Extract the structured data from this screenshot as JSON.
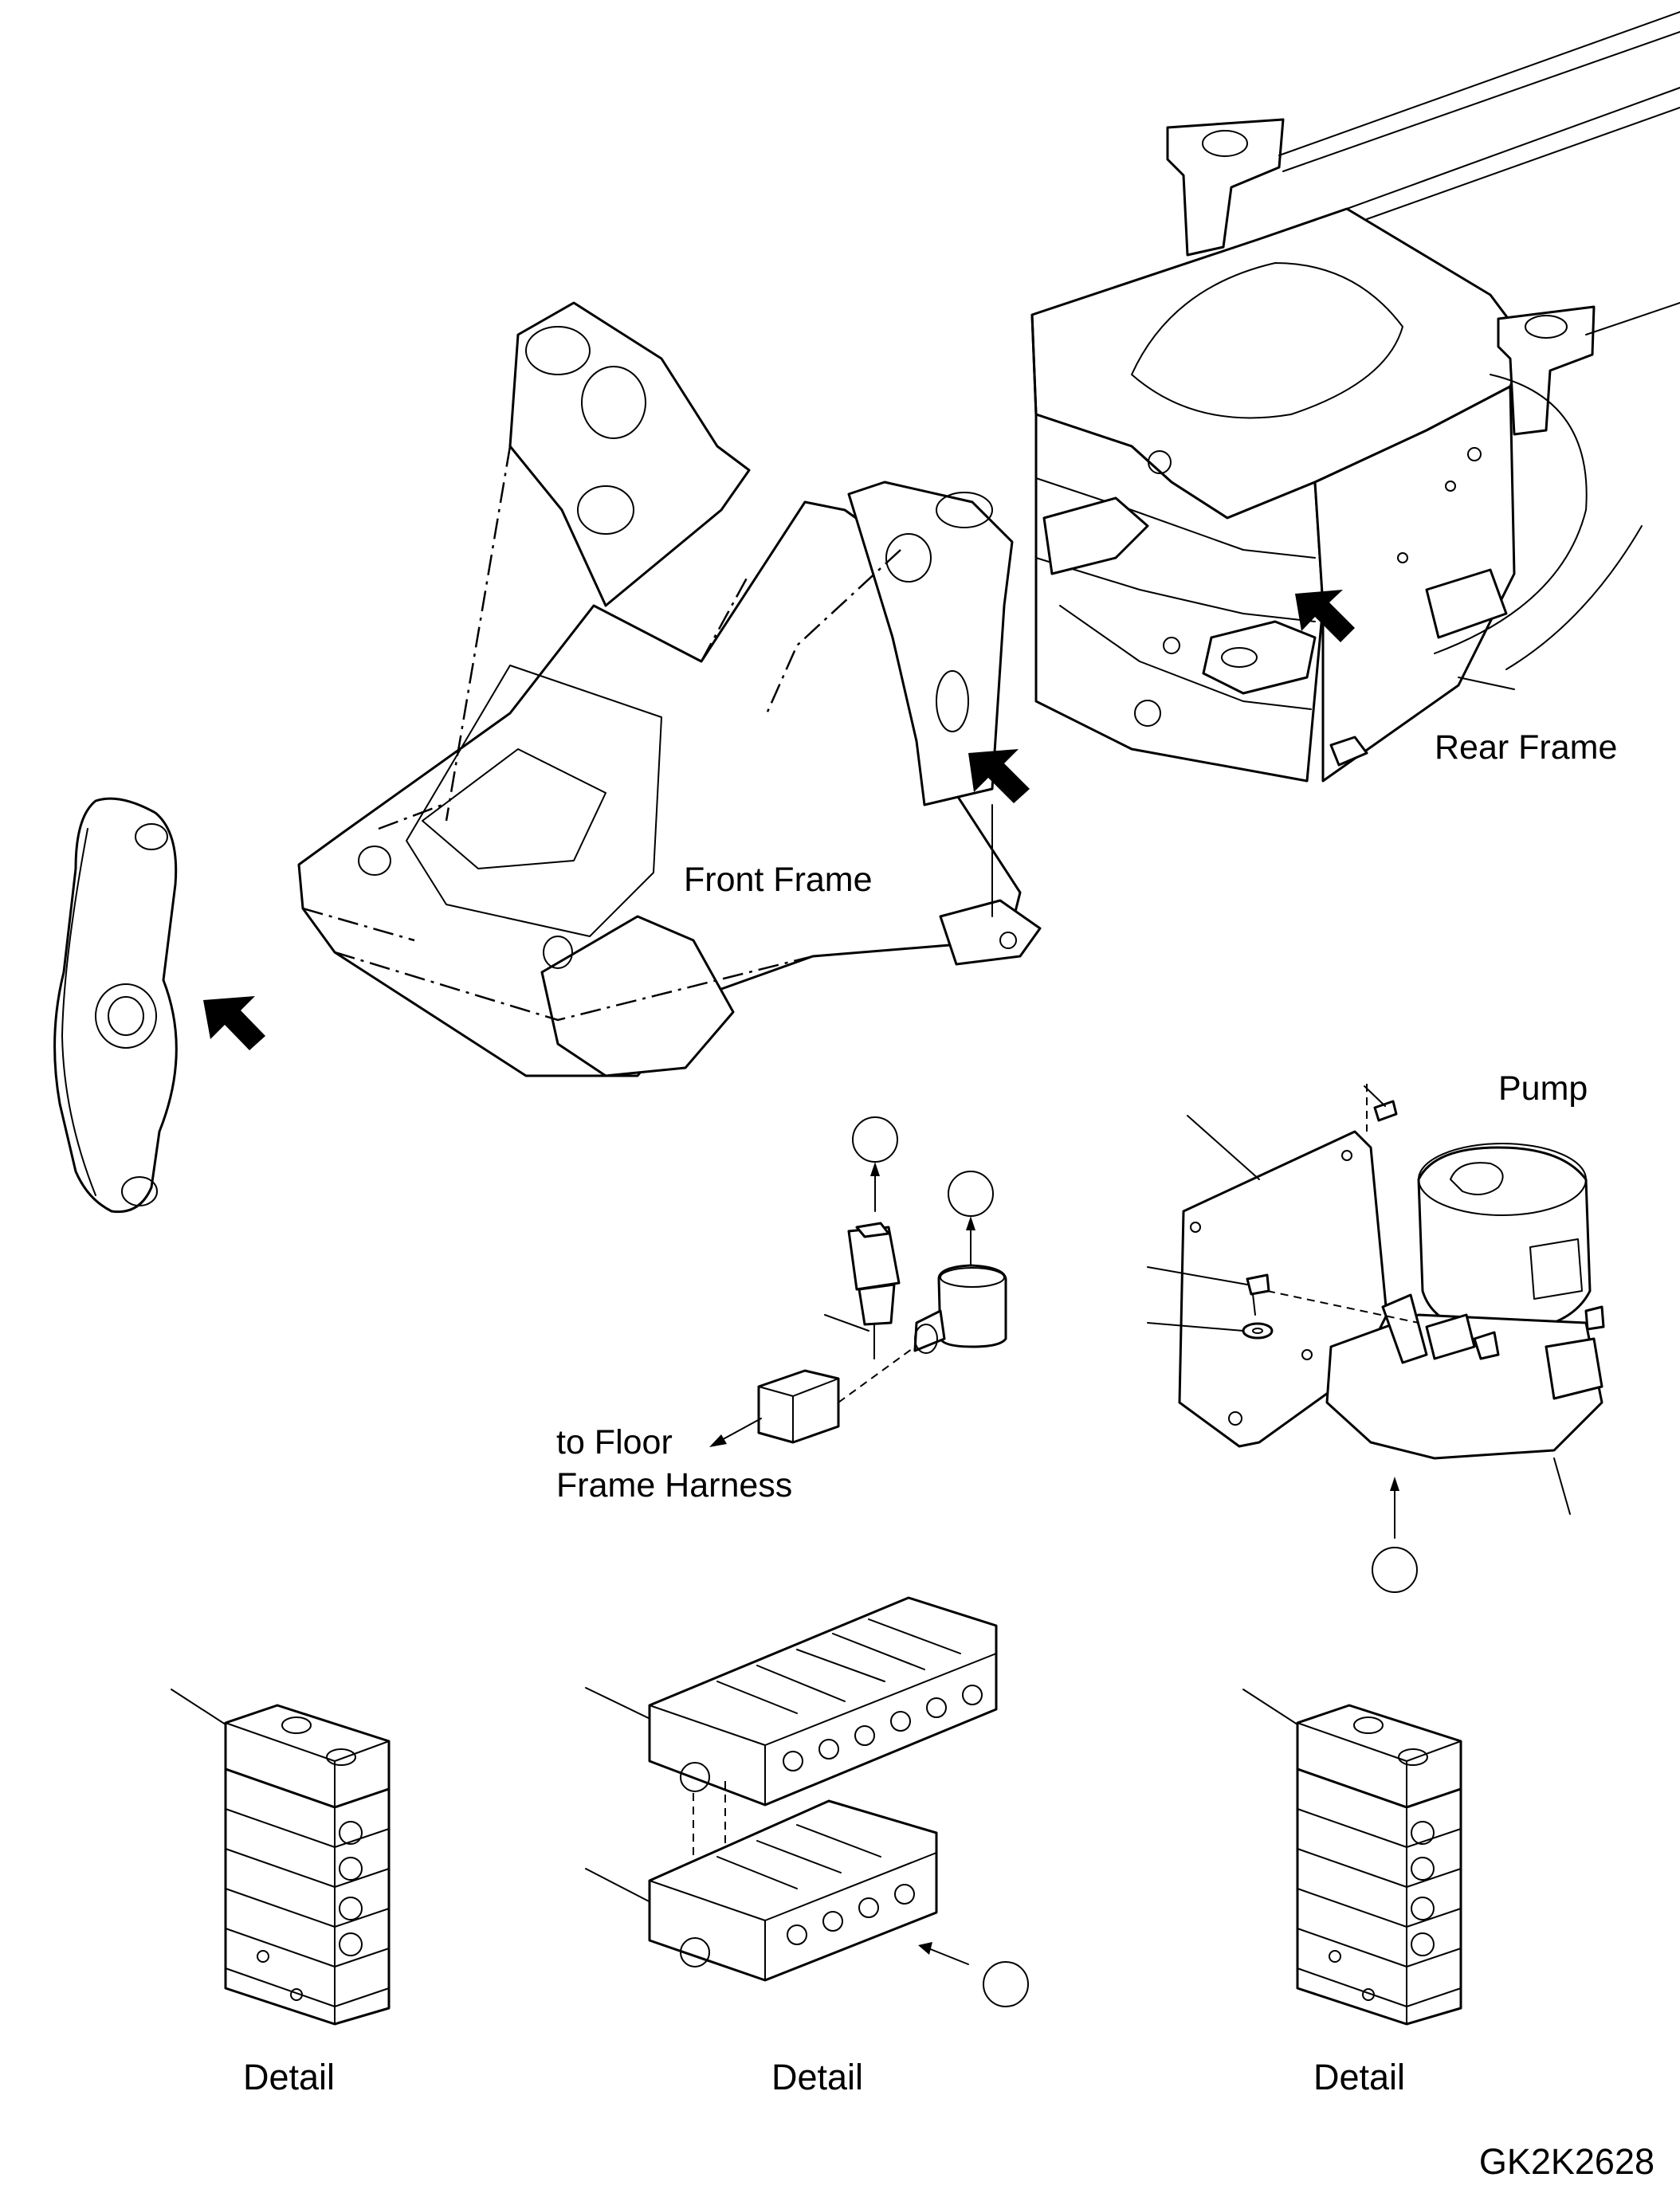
{
  "labels": {
    "rear_frame": "Rear Frame",
    "front_frame": "Front Frame",
    "pump": "Pump",
    "harness_line1": "to Floor",
    "harness_line2": "Frame Harness",
    "detail_left": "Detail",
    "detail_center": "Detail",
    "detail_right": "Detail",
    "figure_code": "GK2K2628"
  }
}
